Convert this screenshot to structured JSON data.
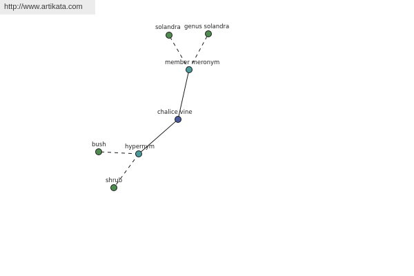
{
  "banner": {
    "url_text": "http://www.artikata.com"
  },
  "colors": {
    "leaf_node": "#4f8a4f",
    "relation_node": "#4a9a9a",
    "center_node": "#4a5a9a"
  },
  "graph": {
    "nodes": [
      {
        "id": "chalice-vine",
        "label": "chalice vine",
        "kind": "center"
      },
      {
        "id": "member-meronym",
        "label": "member meronym",
        "kind": "relation"
      },
      {
        "id": "solandra",
        "label": "solandra",
        "kind": "leaf"
      },
      {
        "id": "genus-solandra",
        "label": "genus solandra",
        "kind": "leaf"
      },
      {
        "id": "hypernym",
        "label": "hypernym",
        "kind": "relation"
      },
      {
        "id": "bush",
        "label": "bush",
        "kind": "leaf"
      },
      {
        "id": "shrub",
        "label": "shrub",
        "kind": "leaf"
      }
    ],
    "edges": [
      {
        "from": "chalice-vine",
        "to": "member-meronym",
        "style": "solid"
      },
      {
        "from": "chalice-vine",
        "to": "hypernym",
        "style": "solid"
      },
      {
        "from": "member-meronym",
        "to": "solandra",
        "style": "dashed"
      },
      {
        "from": "member-meronym",
        "to": "genus-solandra",
        "style": "dashed"
      },
      {
        "from": "hypernym",
        "to": "bush",
        "style": "dashed"
      },
      {
        "from": "hypernym",
        "to": "shrub",
        "style": "dashed"
      }
    ]
  }
}
